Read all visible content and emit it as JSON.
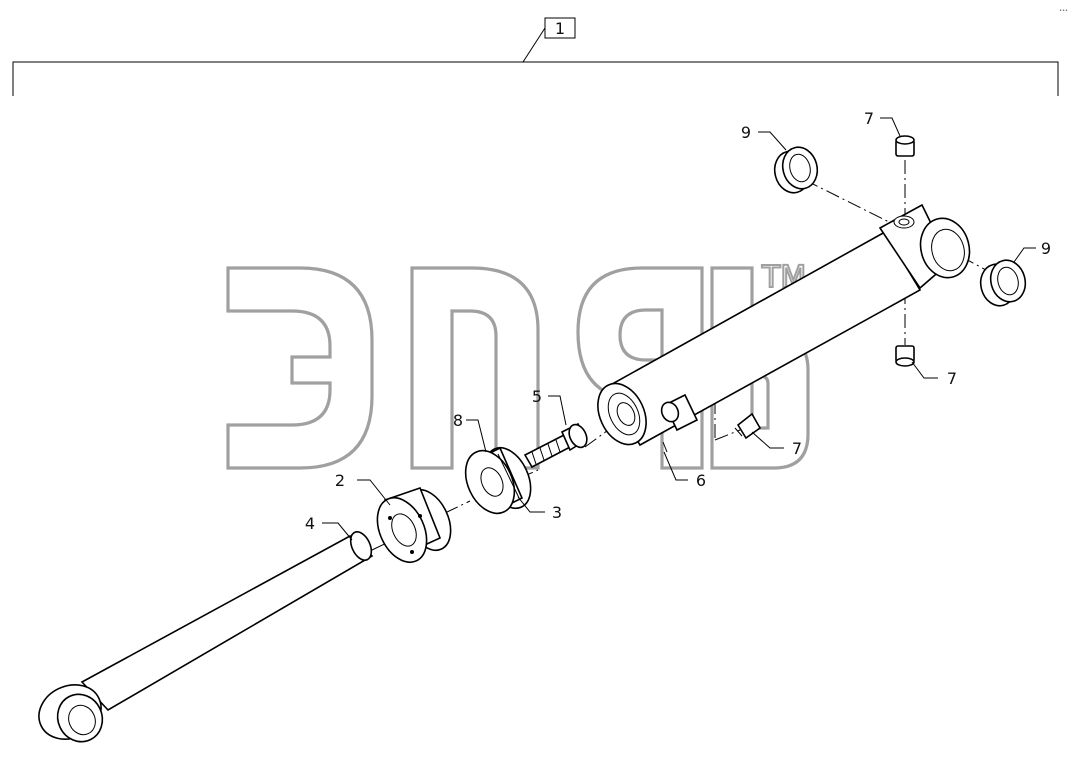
{
  "diagram": {
    "assembly_label": "1",
    "watermark_mark": "TM",
    "corner_note": "•••",
    "callouts": [
      {
        "id": "part-2",
        "text": "2"
      },
      {
        "id": "part-3",
        "text": "3"
      },
      {
        "id": "part-4",
        "text": "4"
      },
      {
        "id": "part-5",
        "text": "5"
      },
      {
        "id": "part-6",
        "text": "6"
      },
      {
        "id": "part-7a",
        "text": "7"
      },
      {
        "id": "part-7b",
        "text": "7"
      },
      {
        "id": "part-7c",
        "text": "7"
      },
      {
        "id": "part-8",
        "text": "8"
      },
      {
        "id": "part-9a",
        "text": "9"
      },
      {
        "id": "part-9b",
        "text": "9"
      }
    ]
  }
}
